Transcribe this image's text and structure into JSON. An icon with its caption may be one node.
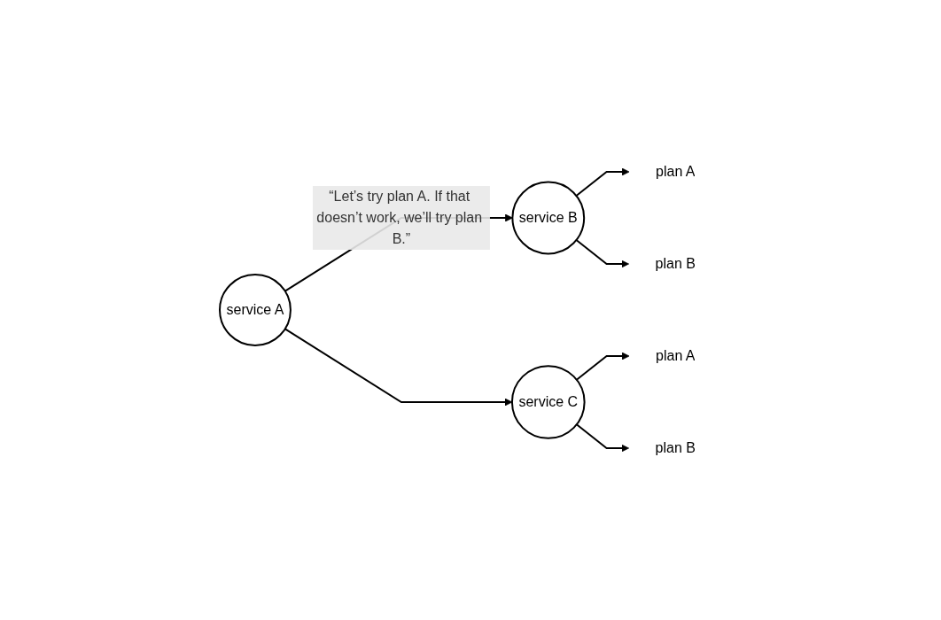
{
  "diagram": {
    "nodes": [
      {
        "text": [
          "service A"
        ]
      },
      {
        "text": [
          "service B"
        ]
      },
      {
        "text": [
          "service C"
        ]
      },
      {
        "text": [
          "plan A"
        ]
      },
      {
        "text": [
          "plan B"
        ]
      },
      {
        "text": [
          "plan A"
        ]
      },
      {
        "text": [
          "plan B"
        ]
      }
    ],
    "edges": [
      {
        "from": 0,
        "to": 1,
        "arrow": "to",
        "label": "“Let’s try plan A. If that doesn’t work, we’ll try plan B.”"
      },
      {
        "from": 0,
        "to": 2,
        "arrow": "to"
      },
      {
        "from": 1,
        "to": 3,
        "arrow": "to"
      },
      {
        "from": 1,
        "to": 4,
        "arrow": "to"
      },
      {
        "from": 2,
        "to": 5,
        "arrow": "to"
      },
      {
        "from": 2,
        "to": 6,
        "arrow": "to"
      }
    ]
  }
}
